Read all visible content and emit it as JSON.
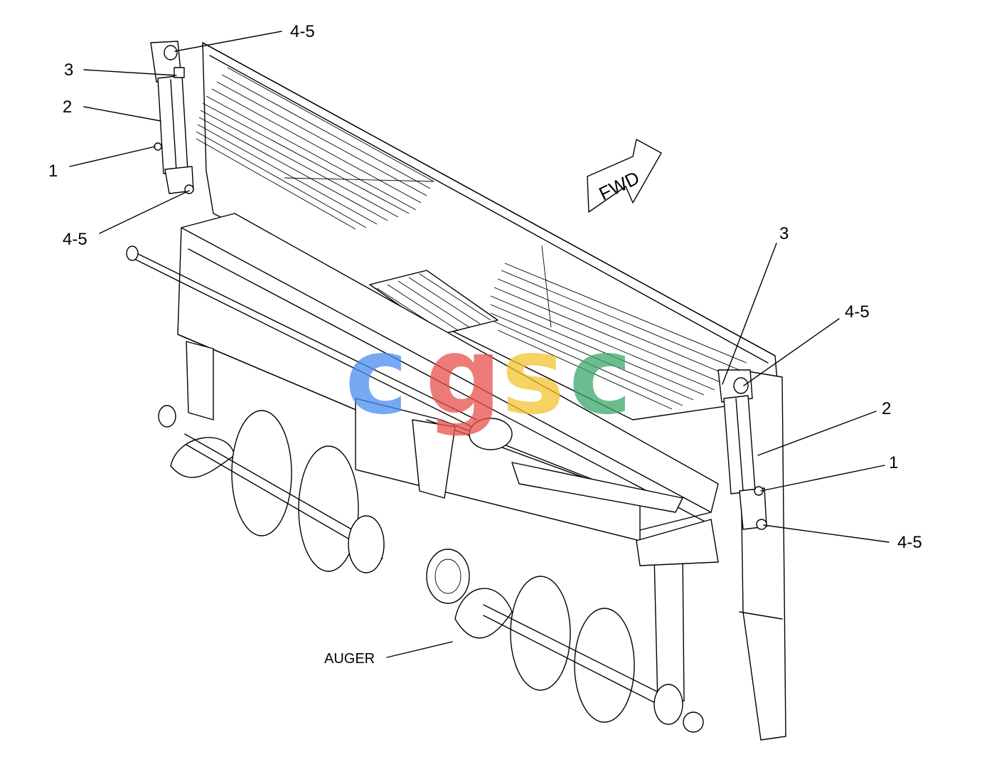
{
  "callouts": {
    "top_left_45": "4-5",
    "top_left_3": "3",
    "top_left_2": "2",
    "top_left_1": "1",
    "mid_left_45": "4-5",
    "right_3": "3",
    "right_45_top": "4-5",
    "right_2": "2",
    "right_1": "1",
    "right_45_bottom": "4-5"
  },
  "labels": {
    "fwd": "FWD",
    "auger": "AUGER"
  },
  "watermark": {
    "letters": [
      "c",
      "g",
      "s",
      "c"
    ],
    "colors": [
      "#4a8cf0",
      "#e8504a",
      "#f4c430",
      "#3aa86a"
    ]
  }
}
